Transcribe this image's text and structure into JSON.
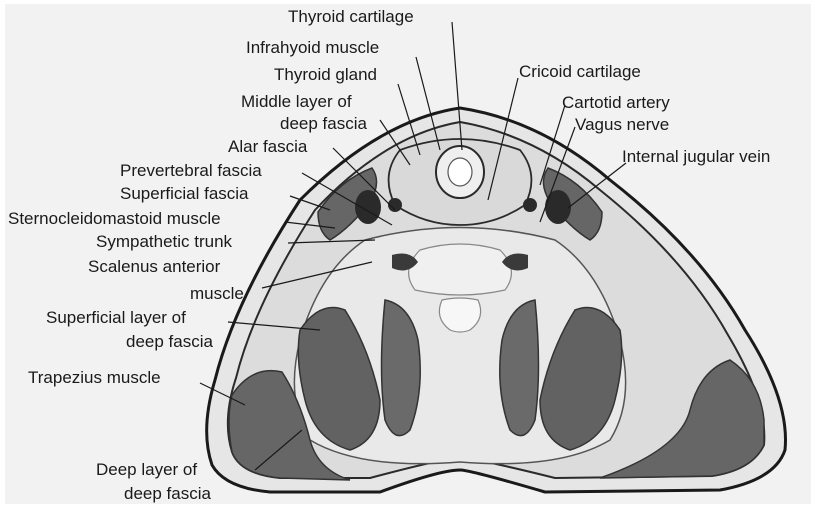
{
  "figure": {
    "background": "#f2f2f2",
    "colors": {
      "skin": "#e6e6e6",
      "fascia_fill": "#d4d4d4",
      "muscle": "#666666",
      "muscle_border": "#333333",
      "bone": "#efefef",
      "vessel": "#2a2a2a"
    },
    "labels": {
      "thyroid_cartilage": "Thyroid cartilage",
      "infrahyoid_muscle": "Infrahyoid muscle",
      "thyroid_gland": "Thyroid gland",
      "middle_layer_1": "Middle layer of",
      "middle_layer_2": "deep fascia",
      "alar_fascia": "Alar fascia",
      "prevertebral_fascia": "Prevertebral fascia",
      "superficial_fascia": "Superficial fascia",
      "sternocleidomastoid": "Sternocleidomastoid muscle",
      "sympathetic_trunk": "Sympathetic trunk",
      "scalenus_1": "Scalenus anterior",
      "scalenus_2": "muscle",
      "superficial_layer_1": "Superficial layer of",
      "superficial_layer_2": "deep fascia",
      "trapezius": "Trapezius muscle",
      "deep_layer_1": "Deep layer of",
      "deep_layer_2": "deep fascia",
      "cricoid_cartilage": "Cricoid cartilage",
      "carotid_artery": "Cartotid artery",
      "vagus_nerve": "Vagus nerve",
      "internal_jugular_vein": "Internal jugular vein"
    }
  }
}
